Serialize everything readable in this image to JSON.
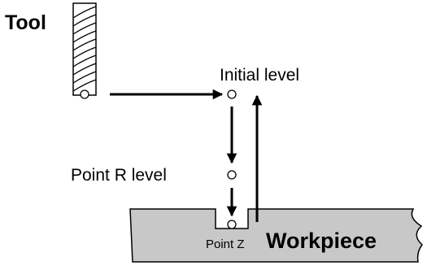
{
  "labels": {
    "tool": "Tool",
    "initial_level": "Initial level",
    "point_r_level": "Point R level",
    "point_z": "Point Z",
    "workpiece": "Workpiece"
  },
  "colors": {
    "workpiece_fill": "#c8c8c8",
    "stroke": "#000000",
    "background": "#ffffff"
  }
}
